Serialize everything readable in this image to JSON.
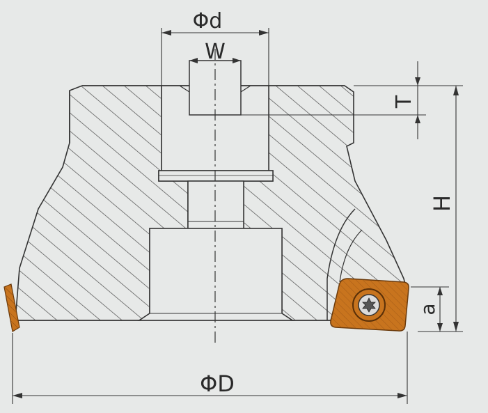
{
  "dimensions": {
    "phi_d": "Φd",
    "w": "W",
    "t": "T",
    "h": "H",
    "a": "a",
    "phi_D": "ΦD"
  },
  "colors": {
    "background": "#e7e9e8",
    "line": "#3a3a3a",
    "hatch": "#4a4a4a",
    "insert": "#c8741e",
    "insert_dark": "#8a4a12",
    "screw": "#d8d8d8"
  },
  "icons": {
    "insert_left": "cutting-insert-icon",
    "insert_right": "cutting-insert-icon",
    "screw": "torx-screw-icon"
  }
}
